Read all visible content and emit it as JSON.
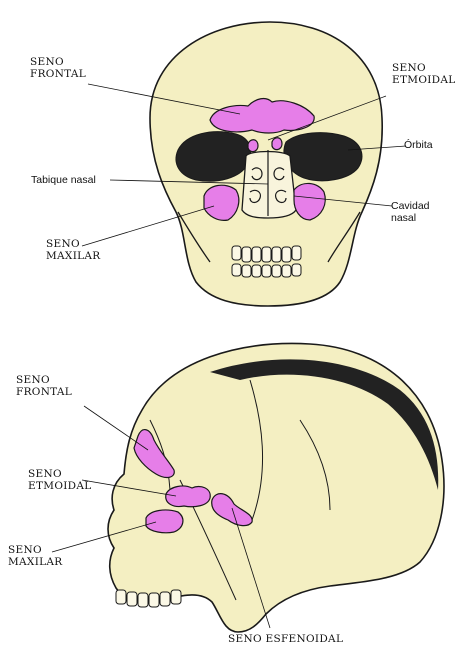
{
  "colors": {
    "bone": "#f4efc2",
    "outline": "#1a1a1a",
    "sinus": "#e67ee8",
    "orbit": "#222222",
    "background": "#ffffff"
  },
  "front_view": {
    "labels": {
      "seno_frontal": [
        "SENO",
        "FRONTAL"
      ],
      "seno_etmoidal": [
        "SENO",
        "ETMOIDAL"
      ],
      "orbita": "Órbita",
      "tabique_nasal": "Tabique nasal",
      "cavidad_nasal": [
        "Cavidad",
        "nasal"
      ],
      "seno_maxilar": [
        "SENO",
        "MAXILAR"
      ]
    }
  },
  "side_view": {
    "labels": {
      "seno_frontal": [
        "SENO",
        "FRONTAL"
      ],
      "seno_etmoidal": [
        "SENO",
        "ETMOIDAL"
      ],
      "seno_maxilar": [
        "SENO",
        "MAXILAR"
      ],
      "seno_esfenoidal": "SENO ESFENOIDAL"
    }
  }
}
